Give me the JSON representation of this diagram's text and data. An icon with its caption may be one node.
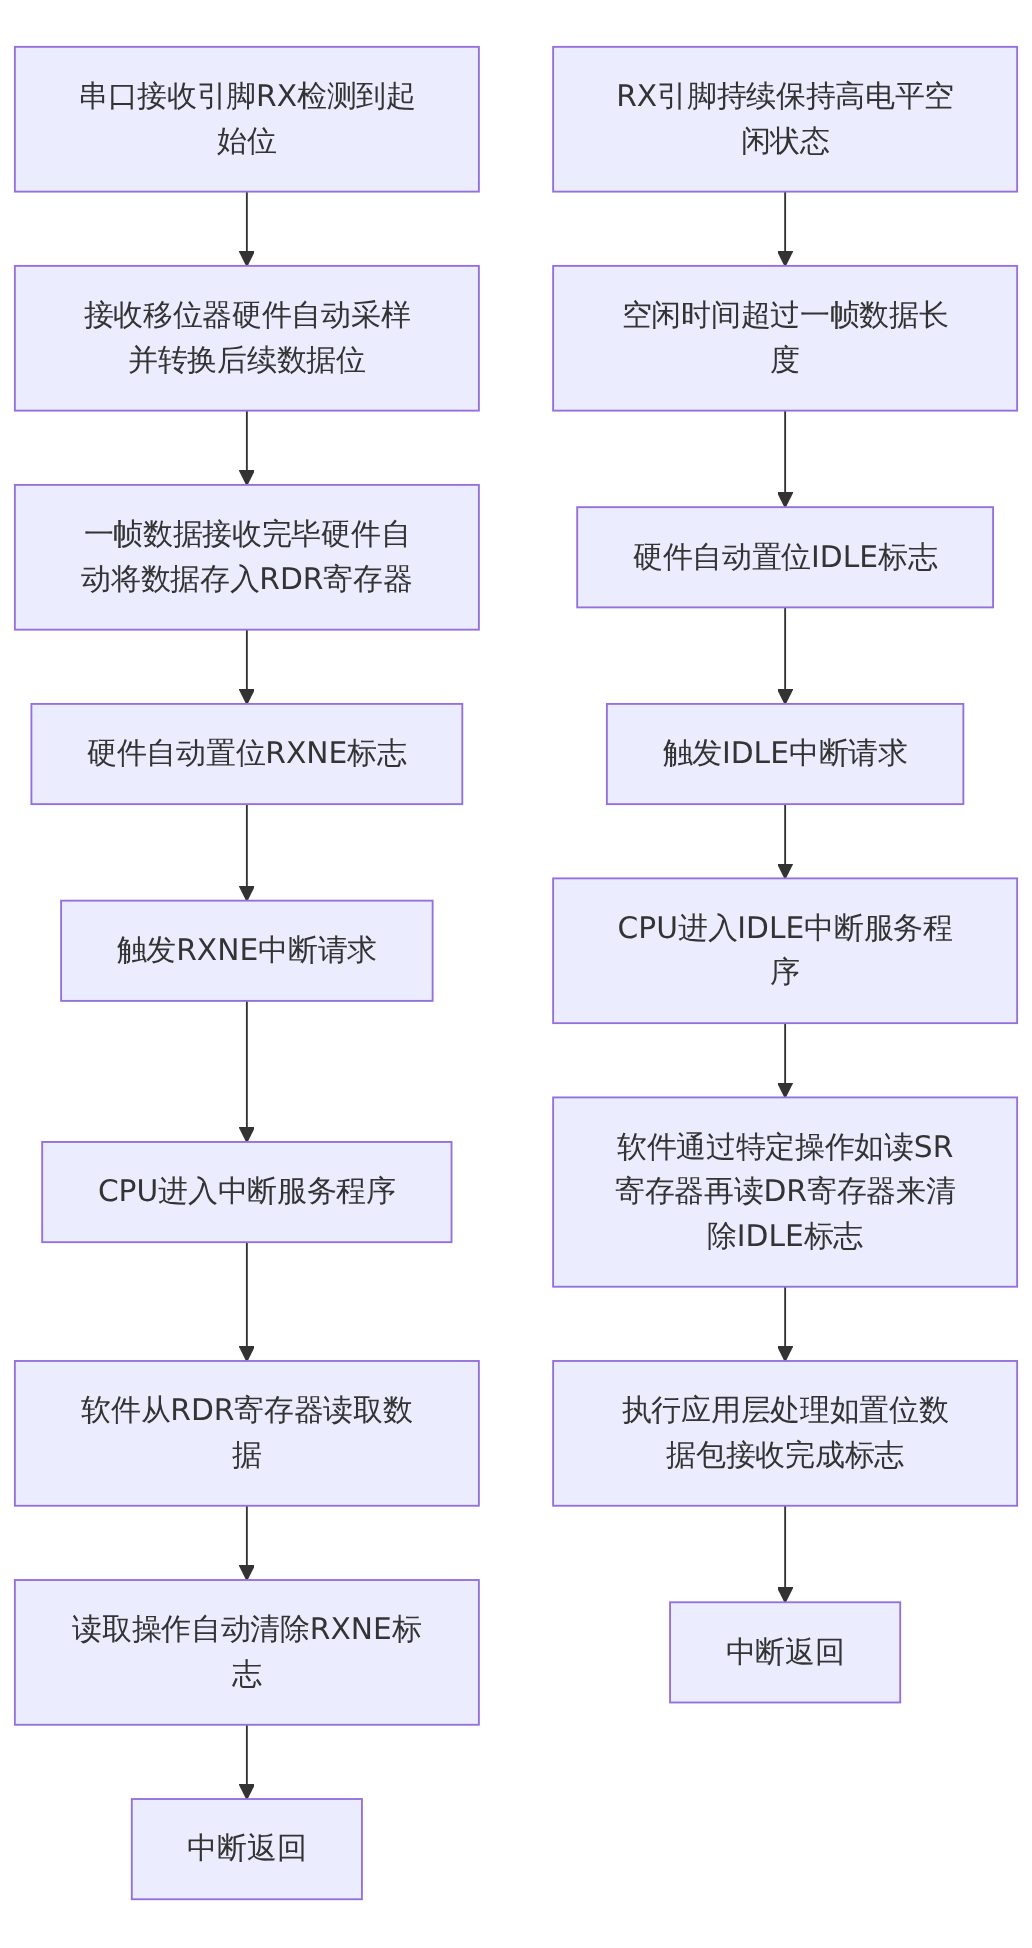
{
  "diagram": {
    "nodes": [
      {
        "text": [
          "串口接收引脚RX检测到起始位"
        ]
      },
      {
        "text": [
          "接收移位器硬件自动采样并转换后续数据位"
        ]
      },
      {
        "text": [
          "一帧数据接收完毕硬件自动将数据存入RDR寄存器"
        ]
      },
      {
        "text": [
          "硬件自动置位RXNE标志"
        ]
      },
      {
        "text": [
          "触发RXNE中断请求"
        ]
      },
      {
        "text": [
          "CPU进入中断服务程序"
        ]
      },
      {
        "text": [
          "软件从RDR寄存器读取数据"
        ]
      },
      {
        "text": [
          "读取操作自动清除RXNE标志"
        ]
      },
      {
        "text": [
          "中断返回"
        ]
      },
      {
        "text": [
          "RX引脚持续保持高电平空闲状态"
        ]
      },
      {
        "text": [
          "空闲时间超过一帧数据长度"
        ]
      },
      {
        "text": [
          "硬件自动置位IDLE标志"
        ]
      },
      {
        "text": [
          "触发IDLE中断请求"
        ]
      },
      {
        "text": [
          "CPU进入IDLE中断服务程序"
        ]
      },
      {
        "text": [
          "软件通过特定操作如读SR寄存器再读DR寄存器来清除IDLE标志"
        ]
      },
      {
        "text": [
          "执行应用层处理如置位数据包接收完成标志"
        ]
      },
      {
        "text": [
          "中断返回"
        ]
      }
    ],
    "edges": [
      {
        "from": 0,
        "to": 1,
        "arrow": "to"
      },
      {
        "from": 1,
        "to": 2,
        "arrow": "to"
      },
      {
        "from": 2,
        "to": 3,
        "arrow": "to"
      },
      {
        "from": 3,
        "to": 4,
        "arrow": "to"
      },
      {
        "from": 4,
        "to": 5,
        "arrow": "to"
      },
      {
        "from": 5,
        "to": 6,
        "arrow": "to"
      },
      {
        "from": 6,
        "to": 7,
        "arrow": "to"
      },
      {
        "from": 7,
        "to": 8,
        "arrow": "to"
      },
      {
        "from": 9,
        "to": 10,
        "arrow": "to"
      },
      {
        "from": 10,
        "to": 11,
        "arrow": "to"
      },
      {
        "from": 11,
        "to": 12,
        "arrow": "to"
      },
      {
        "from": 12,
        "to": 13,
        "arrow": "to"
      },
      {
        "from": 13,
        "to": 14,
        "arrow": "to"
      },
      {
        "from": 14,
        "to": 15,
        "arrow": "to"
      },
      {
        "from": 15,
        "to": 16,
        "arrow": "to"
      }
    ]
  }
}
